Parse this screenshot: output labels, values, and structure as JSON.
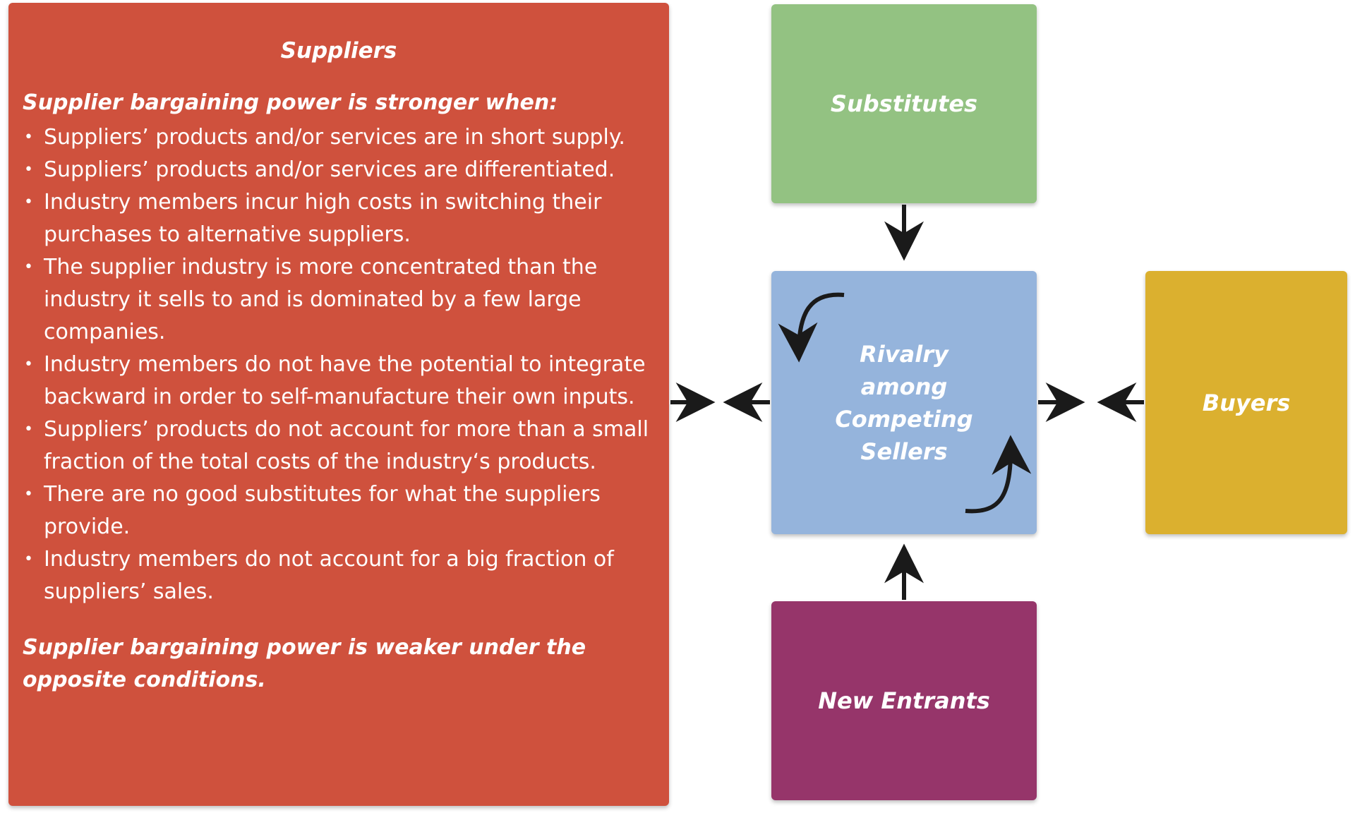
{
  "suppliers": {
    "title": "Suppliers",
    "intro": "Supplier bargaining power is stronger when:",
    "bullets": [
      "Suppliers’ products and/or services are in short supply.",
      "Suppliers’ products and/or services are differentiated.",
      "Industry members incur high costs in switching their purchases to alternative suppliers.",
      "The supplier industry is more concentrated than the industry it sells to and is dominated by a few large companies.",
      "Industry members do not have the potential to integrate backward in order to self-manufacture their own inputs.",
      "Suppliers’ products do not account for more than a small fraction of the total costs of the industry‘s products.",
      "There are no good substitutes for what the suppliers provide.",
      "Industry members do not account for a big fraction of suppliers’ sales."
    ],
    "outro": "Supplier bargaining power is weaker under the opposite conditions."
  },
  "substitutes": {
    "label": "Substitutes"
  },
  "rivalry": {
    "label": "Rivalry among Competing Sellers"
  },
  "buyers": {
    "label": "Buyers"
  },
  "new_entrants": {
    "label": "New Entrants"
  },
  "colors": {
    "suppliers": "#cf513d",
    "substitutes": "#93c282",
    "rivalry": "#95b4dc",
    "buyers": "#dbb02f",
    "new_entrants": "#96356a",
    "arrow": "#1a1a1a"
  }
}
